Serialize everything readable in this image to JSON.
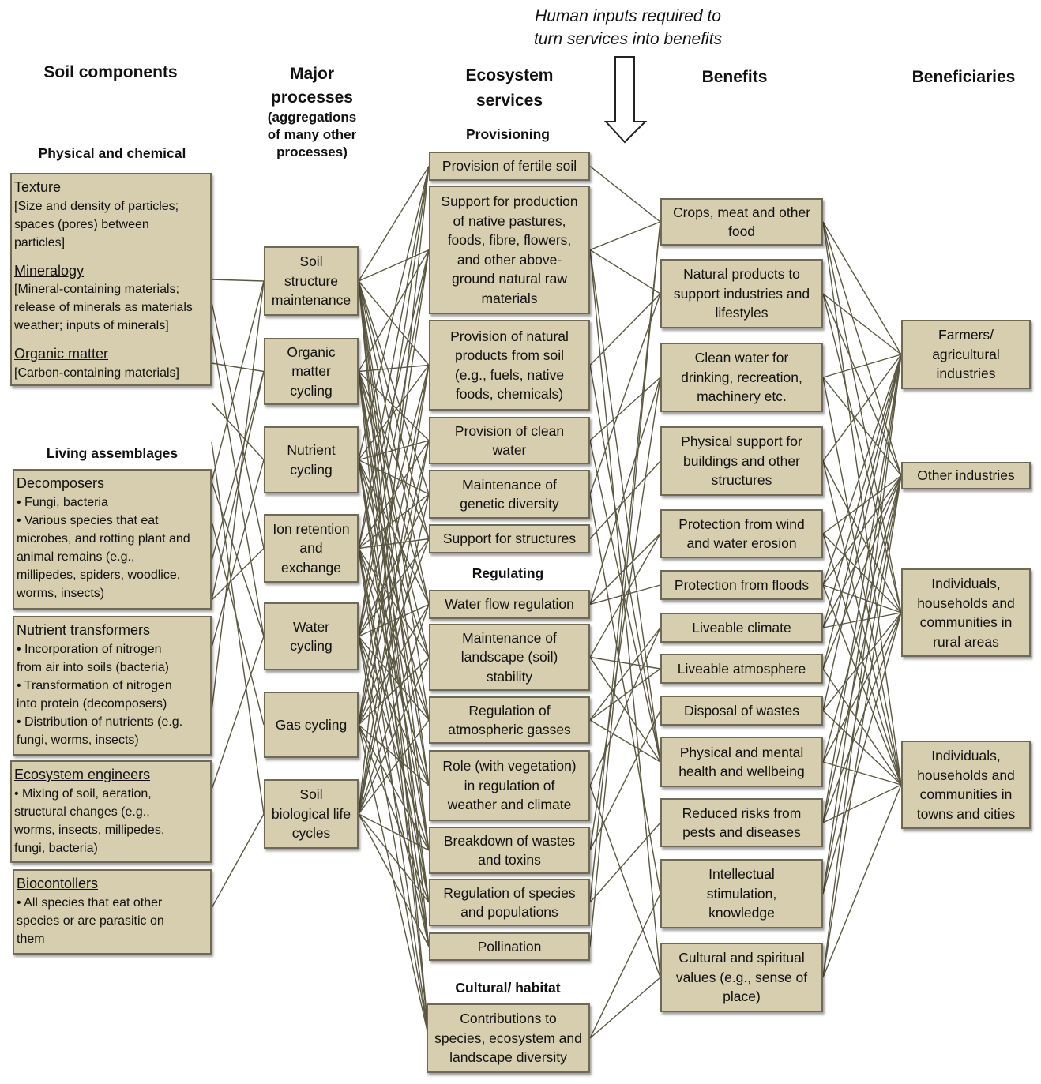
{
  "headers": {
    "soil_components": "Soil components",
    "major_processes_1": "Major",
    "major_processes_2": "processes",
    "major_processes_sub_1": "(aggregations",
    "major_processes_sub_2": "of many other",
    "major_processes_sub_3": "processes)",
    "ecosystem_services_1": "Ecosystem",
    "ecosystem_services_2": "services",
    "benefits": "Benefits",
    "beneficiaries": "Beneficiaries"
  },
  "human_inputs": {
    "line1": "Human inputs required to",
    "line2": "turn services into benefits"
  },
  "groups": {
    "physical_chemical": "Physical and chemical",
    "living_assemblages": "Living assemblages",
    "provisioning": "Provisioning",
    "regulating": "Regulating",
    "cultural": "Cultural/ habitat"
  },
  "components": {
    "texture_head": "Texture",
    "texture_body": "[Size and density of particles;\nspaces (pores) between\nparticles]",
    "mineralogy_head": "Mineralogy",
    "mineralogy_body": "[Mineral-containing materials;\nrelease of minerals as materials\nweather; inputs of minerals]",
    "organic_head": "Organic matter",
    "organic_body": "[Carbon-containing materials]",
    "decomposers_head": "Decomposers ",
    "decomposers_body": "• Fungi, bacteria\n• Various species that eat\nmicrobes, and rotting plant and\nanimal remains (e.g.,\nmillipedes, spiders, woodlice,\nworms, insects)",
    "nutrient_head": "Nutrient transformers",
    "nutrient_body": "• Incorporation of nitrogen\nfrom air into soils (bacteria)\n• Transformation of nitrogen\ninto protein (decomposers)\n• Distribution of nutrients (e.g.\nfungi, worms, insects)",
    "engineers_head": "Ecosystem engineers",
    "engineers_body": "• Mixing of soil, aeration,\nstructural changes (e.g.,\nworms, insects, millipedes,\nfungi, bacteria)",
    "biocontrol_head": "Biocontollers ",
    "biocontrol_body": "• All species that eat other\nspecies or are parasitic on\nthem"
  },
  "processes": [
    [
      "Soil",
      "structure",
      "maintenance"
    ],
    [
      "Organic",
      "matter",
      "cycling"
    ],
    [
      "Nutrient",
      "cycling"
    ],
    [
      "Ion retention",
      "and",
      "exchange"
    ],
    [
      "Water",
      "cycling"
    ],
    [
      "Gas cycling"
    ],
    [
      "Soil",
      "biological life",
      "cycles"
    ]
  ],
  "services": [
    [
      "Provision of fertile soil"
    ],
    [
      "Support for production",
      "of native pastures,",
      "foods, fibre, flowers,",
      "and other above-",
      "ground natural raw",
      "materials"
    ],
    [
      "Provision of natural",
      "products from soil",
      "(e.g., fuels, native",
      "foods, chemicals)"
    ],
    [
      "Provision of clean",
      "water"
    ],
    [
      "Maintenance of",
      "genetic diversity"
    ],
    [
      "Support for structures"
    ],
    [
      "Water flow regulation"
    ],
    [
      "Maintenance of",
      "landscape (soil)",
      "stability"
    ],
    [
      "Regulation of",
      "atmospheric gasses"
    ],
    [
      "Role (with vegetation)",
      "in regulation of",
      "weather and climate"
    ],
    [
      "Breakdown of wastes",
      "and toxins"
    ],
    [
      "Regulation of species",
      "and populations"
    ],
    [
      "Pollination"
    ],
    [
      "Contributions to",
      "species, ecosystem and",
      "landscape diversity"
    ]
  ],
  "benefits": [
    [
      "Crops, meat and other",
      "food"
    ],
    [
      "Natural products to",
      "support industries and",
      "lifestyles"
    ],
    [
      "Clean water for",
      "drinking, recreation,",
      "machinery etc."
    ],
    [
      "Physical support for",
      "buildings and other",
      "structures"
    ],
    [
      "Protection from wind",
      "and water erosion"
    ],
    [
      "Protection from floods"
    ],
    [
      "Liveable climate"
    ],
    [
      "Liveable atmosphere"
    ],
    [
      "Disposal of wastes"
    ],
    [
      "Physical and mental",
      "health and wellbeing"
    ],
    [
      "Reduced risks from",
      "pests and diseases"
    ],
    [
      "Intellectual",
      "stimulation,",
      "knowledge"
    ],
    [
      "Cultural and spiritual",
      "values (e.g., sense of",
      "place)"
    ]
  ],
  "beneficiaries": [
    [
      "Farmers/",
      "agricultural",
      "industries"
    ],
    [
      "Other industries"
    ],
    [
      "Individuals,",
      "households and",
      "communities in",
      "rural areas"
    ],
    [
      "Individuals,",
      "households and",
      "communities in",
      "towns and cities"
    ]
  ],
  "colors": {
    "box_fill": "#d6ceaf",
    "box_border": "#6f6a55",
    "connector": "#5b5842"
  }
}
